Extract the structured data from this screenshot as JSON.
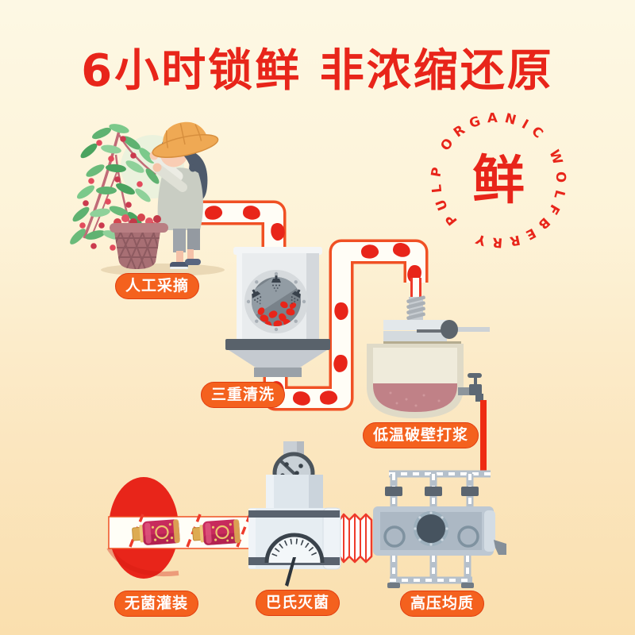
{
  "title": "6小时锁鲜 非浓缩还原",
  "badge": {
    "center_character": "鲜",
    "ring_text": "PULP ORGANIC WOLFBERRY"
  },
  "process_steps": [
    {
      "key": "picking",
      "label": "人工采摘"
    },
    {
      "key": "washing",
      "label": "三重清洗"
    },
    {
      "key": "pulping",
      "label": "低温破壁打浆"
    },
    {
      "key": "homogenizing",
      "label": "高压均质"
    },
    {
      "key": "pasteurizing",
      "label": "巴氏灭菌"
    },
    {
      "key": "filling",
      "label": "无菌灌装"
    }
  ],
  "colors": {
    "accent_red": "#e8251a",
    "label_orange": "#f4611e",
    "pipe_outline": "#f05024",
    "background_top": "#fdf8e4",
    "background_bottom": "#fadfae"
  }
}
